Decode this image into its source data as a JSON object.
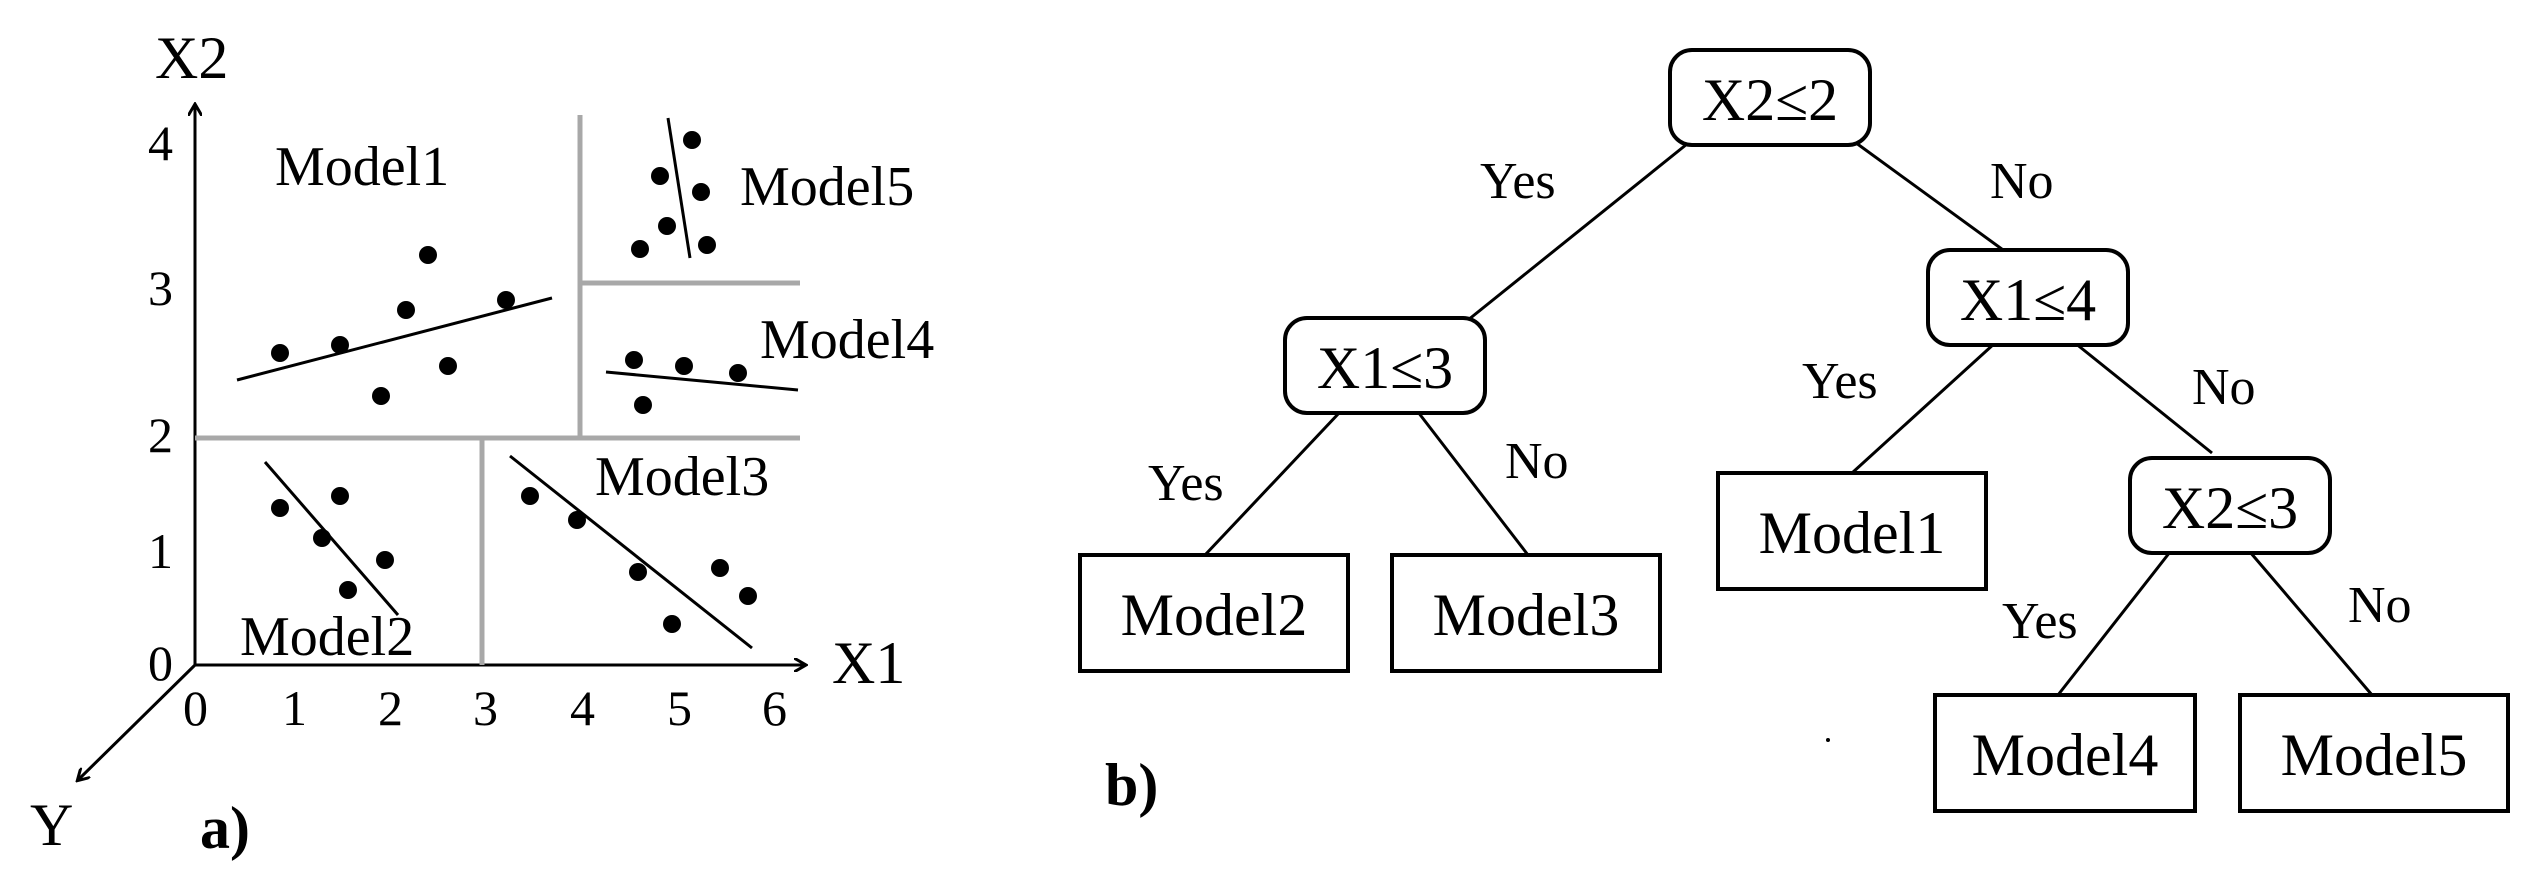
{
  "panel_a": {
    "label": "a)",
    "x_axis_label": "X1",
    "y_axis_label": "X2",
    "z_axis_label": "Y",
    "x_ticks": [
      "0",
      "1",
      "2",
      "3",
      "4",
      "5",
      "6"
    ],
    "y_ticks": [
      "0",
      "1",
      "2",
      "3",
      "4"
    ],
    "regions": [
      "Model1",
      "Model2",
      "Model3",
      "Model4",
      "Model5"
    ]
  },
  "panel_b": {
    "label": "b)",
    "nodes": {
      "root": "X2≤2",
      "left_split": "X1≤3",
      "right_split": "X1≤4",
      "deep_split": "X2≤3",
      "leaf_model2": "Model2",
      "leaf_model3": "Model3",
      "leaf_model1": "Model1",
      "leaf_model4": "Model4",
      "leaf_model5": "Model5"
    },
    "edges": {
      "root_yes": "Yes",
      "root_no": "No",
      "left_yes": "Yes",
      "left_no": "No",
      "right_yes": "Yes",
      "right_no": "No",
      "deep_yes": "Yes",
      "deep_no": "No"
    }
  }
}
